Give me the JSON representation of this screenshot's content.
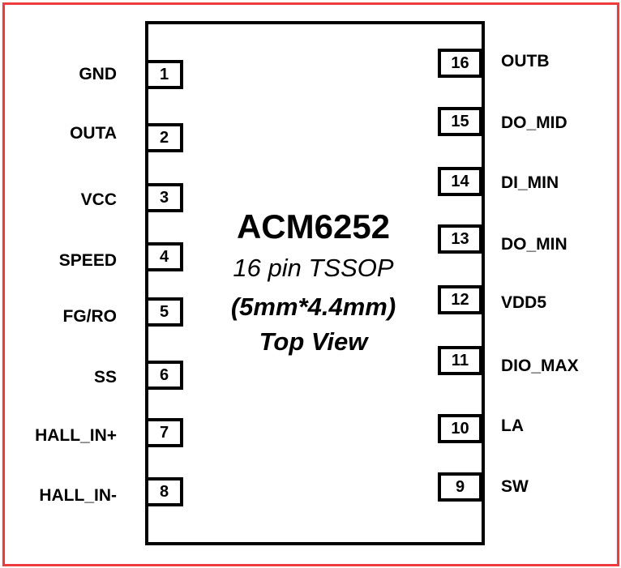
{
  "title": "ACM6252",
  "package": "16 pin TSSOP",
  "dimensions": "(5mm*4.4mm)",
  "view": "Top View",
  "colors": {
    "frame": "#ee3b3f",
    "outline": "#000000"
  },
  "left_pins": [
    {
      "number": "1",
      "name": "GND"
    },
    {
      "number": "2",
      "name": "OUTA"
    },
    {
      "number": "3",
      "name": "VCC"
    },
    {
      "number": "4",
      "name": "SPEED"
    },
    {
      "number": "5",
      "name": "FG/RO"
    },
    {
      "number": "6",
      "name": "SS"
    },
    {
      "number": "7",
      "name": "HALL_IN+"
    },
    {
      "number": "8",
      "name": "HALL_IN-"
    }
  ],
  "right_pins": [
    {
      "number": "16",
      "name": "OUTB"
    },
    {
      "number": "15",
      "name": "DO_MID"
    },
    {
      "number": "14",
      "name": "DI_MIN"
    },
    {
      "number": "13",
      "name": "DO_MIN"
    },
    {
      "number": "12",
      "name": "VDD5"
    },
    {
      "number": "11",
      "name": "DIO_MAX"
    },
    {
      "number": "10",
      "name": "LA"
    },
    {
      "number": "9",
      "name": "SW"
    }
  ]
}
